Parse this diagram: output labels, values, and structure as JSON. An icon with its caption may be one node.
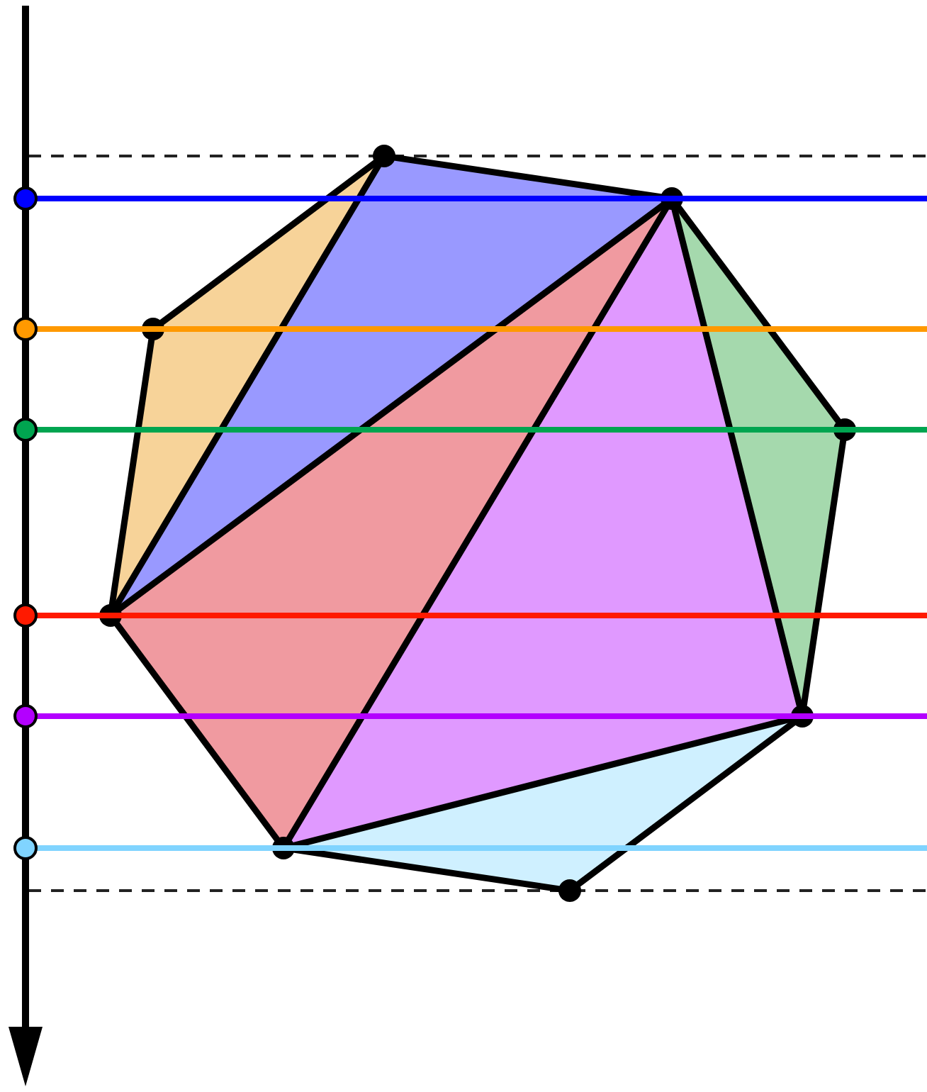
{
  "diagram": {
    "nodes": [
      {
        "text": [],
        "shape": "circle"
      },
      {
        "text": [],
        "shape": "circle"
      },
      {
        "text": [],
        "shape": "circle"
      },
      {
        "text": [],
        "shape": "circle"
      },
      {
        "text": [],
        "shape": "circle"
      },
      {
        "text": [],
        "shape": "circle"
      },
      {
        "text": [],
        "shape": "circle"
      },
      {
        "text": [],
        "shape": "circle"
      }
    ],
    "edges": [
      {
        "from": 0,
        "to": 1,
        "arrow": "none"
      },
      {
        "from": 1,
        "to": 3,
        "arrow": "none"
      },
      {
        "from": 3,
        "to": 5,
        "arrow": "none"
      },
      {
        "from": 5,
        "to": 7,
        "arrow": "none"
      },
      {
        "from": 7,
        "to": 6,
        "arrow": "none"
      },
      {
        "from": 6,
        "to": 4,
        "arrow": "none"
      },
      {
        "from": 4,
        "to": 2,
        "arrow": "none"
      },
      {
        "from": 2,
        "to": 0,
        "arrow": "none"
      },
      {
        "from": 0,
        "to": 4,
        "arrow": "none"
      },
      {
        "from": 1,
        "to": 4,
        "arrow": "none"
      },
      {
        "from": 1,
        "to": 6,
        "arrow": "none"
      },
      {
        "from": 1,
        "to": 5,
        "arrow": "none"
      },
      {
        "from": 6,
        "to": 5,
        "arrow": "none"
      }
    ]
  }
}
